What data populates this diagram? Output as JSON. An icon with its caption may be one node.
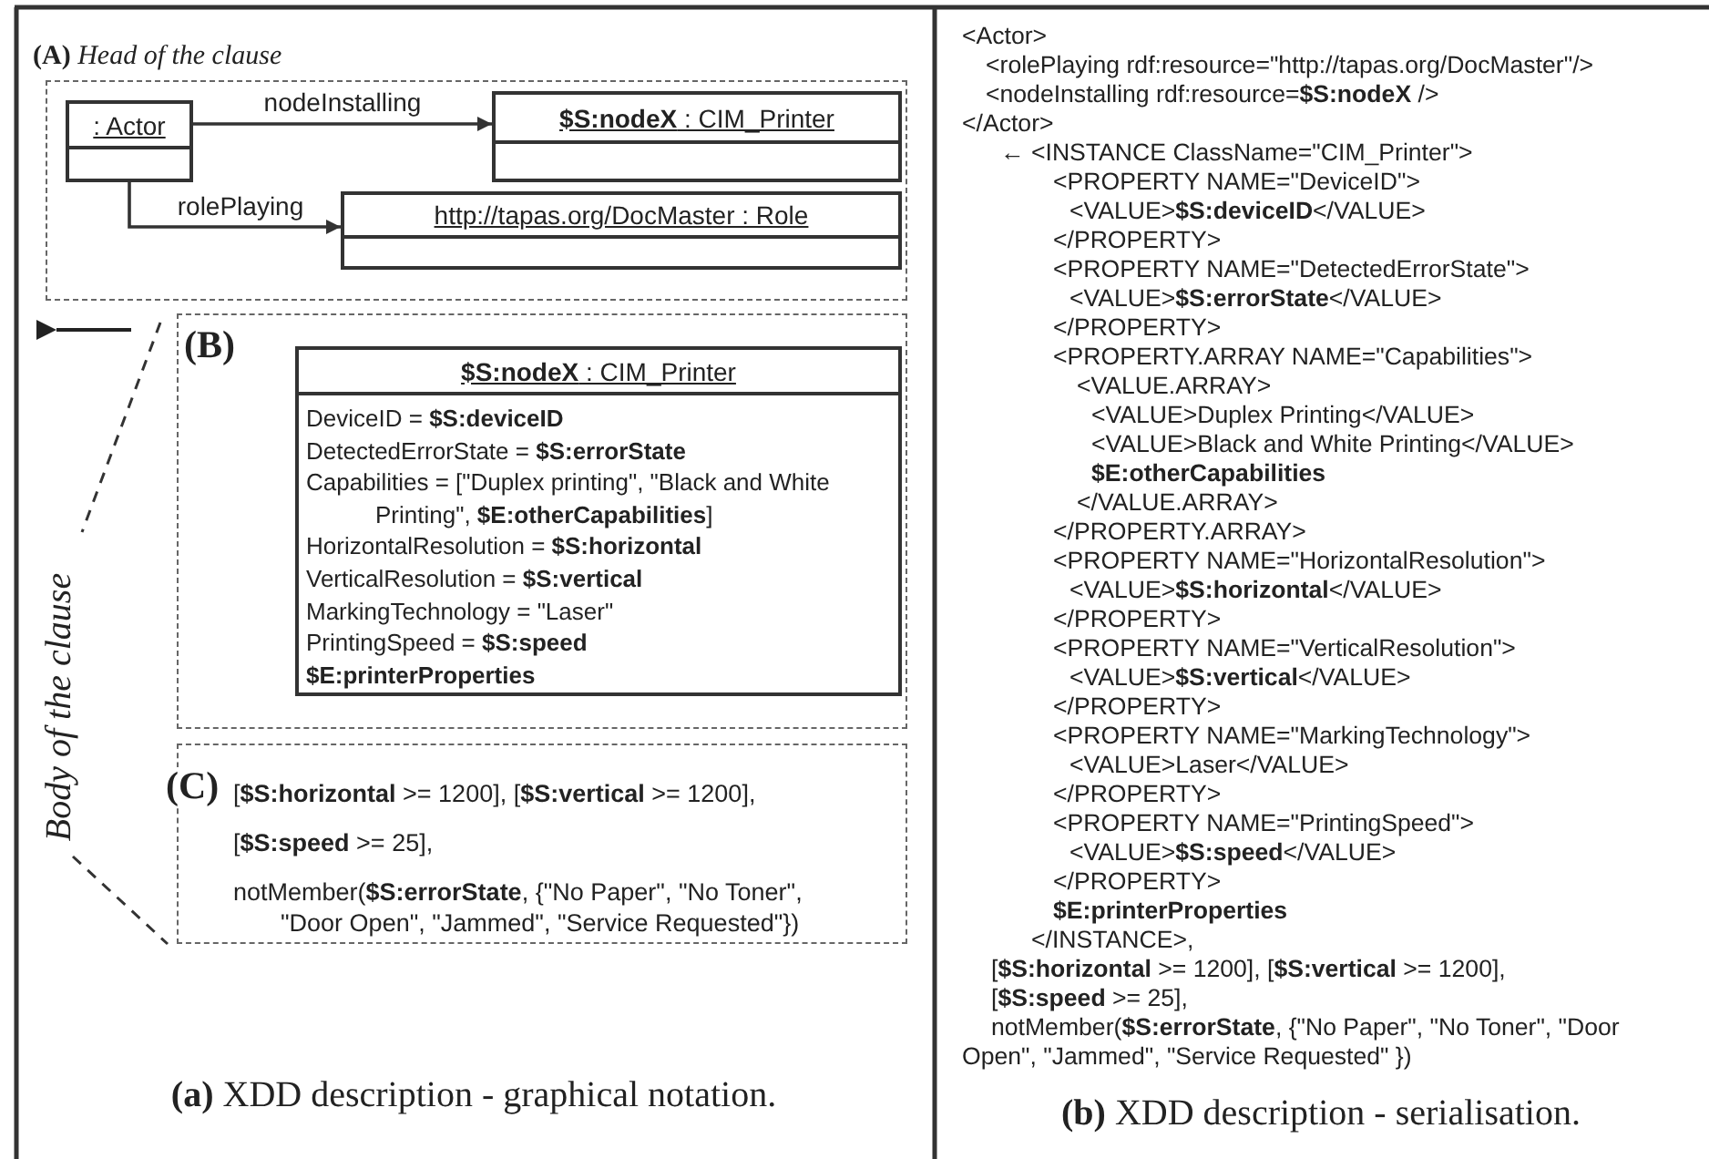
{
  "diagram": {
    "nodes": [
      {
        "text": [
          "**(A)** *Head of the clause*"
        ]
      },
      {
        "text": [
          ": Actor"
        ],
        "in": 0
      },
      {
        "text": [
          "**$S:nodeX** : CIM_Printer"
        ],
        "in": 0
      },
      {
        "text": [
          "http://tapas.org/DocMaster : Role"
        ],
        "in": 0
      },
      {
        "text": [
          "(B)"
        ]
      },
      {
        "text": [
          "**$S:nodeX** : CIM_Printer",
          "DeviceID = **$S:deviceID**",
          "DetectedErrorState = **$S:errorState**",
          "Capabilities = [\"Duplex printing\", \"Black and White Printing\", **$E:otherCapabilities**]",
          "HorizontalResolution = **$S:horizontal**",
          "VerticalResolution = **$S:vertical**",
          "MarkingTechnology = \"Laser\"",
          "PrintingSpeed = **$S:speed**",
          "**$E:printerProperties**"
        ],
        "in": 4
      },
      {
        "text": [
          "(C)",
          "[**$S:horizontal** >= 1200], [**$S:vertical** >= 1200],",
          "[**$S:speed** >= 25],",
          "notMember(**$S:errorState**, {\"No Paper\", \"No Toner\", \"Door Open\", \"Jammed\", \"Service Requested\"})"
        ]
      }
    ],
    "edges": [
      {
        "from": 1,
        "to": 2,
        "arrow": "to",
        "label": "nodeInstalling"
      },
      {
        "from": 1,
        "to": 3,
        "arrow": "to",
        "label": "rolePlaying"
      }
    ],
    "labels": [
      "Body of the clause",
      "**(a)** XDD description - graphical notation.",
      "<Actor>",
      "<rolePlaying rdf:resource=\"http://tapas.org/DocMaster\"/>",
      "<nodeInstalling rdf:resource=**$S:nodeX** />",
      "</Actor>",
      "← <INSTANCE ClassName=\"CIM_Printer\">",
      "<PROPERTY NAME=\"DeviceID\">",
      "<VALUE>**$S:deviceID**</VALUE>",
      "</PROPERTY>",
      "<PROPERTY NAME=\"DetectedErrorState\">",
      "<VALUE>**$S:errorState**</VALUE>",
      "</PROPERTY>",
      "<PROPERTY.ARRAY NAME=\"Capabilities\">",
      "<VALUE.ARRAY>",
      "<VALUE>Duplex Printing</VALUE>",
      "<VALUE>Black and White Printing</VALUE>",
      "**$E:otherCapabilities**",
      "</VALUE.ARRAY>",
      "</PROPERTY.ARRAY>",
      "<PROPERTY NAME=\"HorizontalResolution\">",
      "<VALUE>**$S:horizontal**</VALUE>",
      "</PROPERTY>",
      "<PROPERTY NAME=\"VerticalResolution\">",
      "<VALUE>**$S:vertical**</VALUE>",
      "</PROPERTY>",
      "<PROPERTY NAME=\"MarkingTechnology\">",
      "<VALUE>Laser</VALUE>",
      "</PROPERTY>",
      "<PROPERTY NAME=\"PrintingSpeed\">",
      "<VALUE>**$S:speed**</VALUE>",
      "</PROPERTY>",
      "**$E:printerProperties**",
      "</INSTANCE>,",
      "[**$S:horizontal** >= 1200], [**$S:vertical** >= 1200],",
      "[**$S:speed** >= 25],",
      "notMember(**$S:errorState**, {\"No Paper\", \"No Toner\", \"Door Open\", \"Jammed\", \"Service Requested\" })",
      "**(b)** XDD description - serialisation."
    ]
  }
}
